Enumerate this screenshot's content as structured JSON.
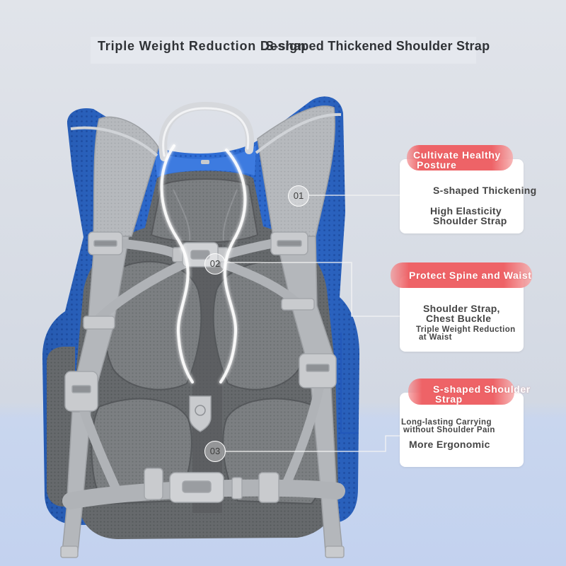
{
  "title": {
    "line_a": "Triple Weight Reduction Design",
    "line_b": "S-shaped Thickened Shoulder Strap"
  },
  "callouts": [
    {
      "marker": "01",
      "tag": [
        "Cultivate Healthy",
        "Posture"
      ],
      "lines": [
        "S-shaped Thickening",
        "High Elasticity",
        "Shoulder Strap"
      ]
    },
    {
      "marker": "02",
      "tag": [
        "Protect Spine and Waist"
      ],
      "lines": [
        "Shoulder Strap,",
        "Chest Buckle",
        "Triple Weight Reduction",
        "at Waist"
      ]
    },
    {
      "marker": "03",
      "tag": [
        "S-shaped Shoulder",
        "Strap"
      ],
      "lines": [
        "Long-lasting Carrying",
        "without Shoulder Pain",
        "More Ergonomic"
      ]
    }
  ],
  "colors": {
    "tag": "#ee6367",
    "card": "#ffffff",
    "text": "#454545",
    "title": "#2f3236",
    "connector": "#f4f4f4",
    "backpack_blue": "#2f6ed6",
    "strap_gray": "#b6b9bd",
    "panel_gray": "#66696c"
  }
}
